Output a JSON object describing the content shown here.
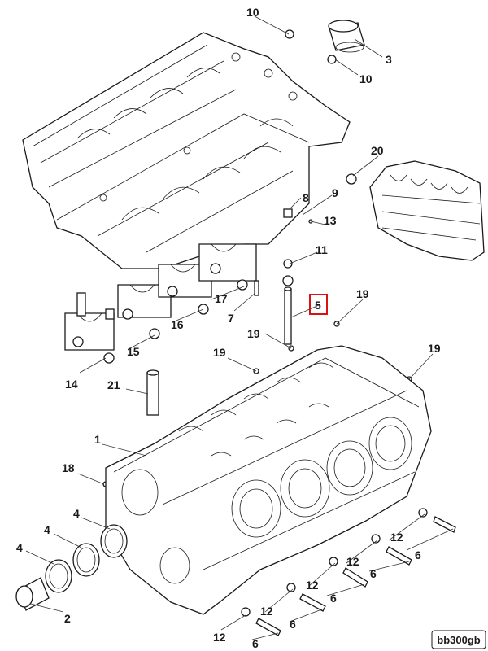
{
  "callouts": [
    {
      "id": "c10a",
      "text": "10"
    },
    {
      "id": "c3",
      "text": "3"
    },
    {
      "id": "c10b",
      "text": "10"
    },
    {
      "id": "c20",
      "text": "20"
    },
    {
      "id": "c8",
      "text": "8"
    },
    {
      "id": "c9",
      "text": "9"
    },
    {
      "id": "c13",
      "text": "13"
    },
    {
      "id": "c11",
      "text": "11"
    },
    {
      "id": "c5",
      "text": "5"
    },
    {
      "id": "c19a",
      "text": "19"
    },
    {
      "id": "c17",
      "text": "17"
    },
    {
      "id": "c7",
      "text": "7"
    },
    {
      "id": "c16",
      "text": "16"
    },
    {
      "id": "c19b",
      "text": "19"
    },
    {
      "id": "c15",
      "text": "15"
    },
    {
      "id": "c19c",
      "text": "19"
    },
    {
      "id": "c19d",
      "text": "19"
    },
    {
      "id": "c14",
      "text": "14"
    },
    {
      "id": "c21",
      "text": "21"
    },
    {
      "id": "c1",
      "text": "1"
    },
    {
      "id": "c18",
      "text": "18"
    },
    {
      "id": "c4a",
      "text": "4"
    },
    {
      "id": "c4b",
      "text": "4"
    },
    {
      "id": "c4c",
      "text": "4"
    },
    {
      "id": "c2",
      "text": "2"
    },
    {
      "id": "c12a",
      "text": "12"
    },
    {
      "id": "c6a",
      "text": "6"
    },
    {
      "id": "c12b",
      "text": "12"
    },
    {
      "id": "c6b",
      "text": "6"
    },
    {
      "id": "c12c",
      "text": "12"
    },
    {
      "id": "c6c",
      "text": "6"
    },
    {
      "id": "c12d",
      "text": "12"
    },
    {
      "id": "c6d",
      "text": "6"
    },
    {
      "id": "c12e",
      "text": "12"
    },
    {
      "id": "c6e",
      "text": "6"
    }
  ],
  "highlighted_callout": "5",
  "highlight_color": "#d11111",
  "drawing_code": "bb300gb"
}
